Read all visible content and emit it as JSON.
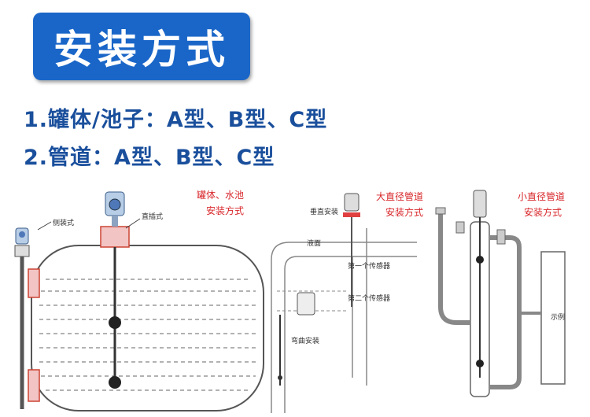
{
  "title": "安装方式",
  "items": [
    "1.罐体/池子：A型、B型、C型",
    "2.管道：A型、B型、C型"
  ],
  "diagram1": {
    "heading_line1": "罐体、水池",
    "heading_line2": "安装方式",
    "label_side": "侧装式",
    "label_top": "直插式"
  },
  "diagram2": {
    "heading_line1": "大直径管道",
    "heading_line2": "安装方式",
    "label_vertical": "垂直安装",
    "label_liquid": "液面",
    "label_sensor1": "第一个传感器",
    "label_sensor2": "第二个传感器",
    "label_bend": "弯曲安装"
  },
  "diagram3": {
    "heading_line1": "小直径管道",
    "heading_line2": "安装方式",
    "label_side": "示例"
  },
  "colors": {
    "title_bg": "#1a66c8",
    "text_blue": "#1a4f9c",
    "accent_red": "#d8262a"
  }
}
